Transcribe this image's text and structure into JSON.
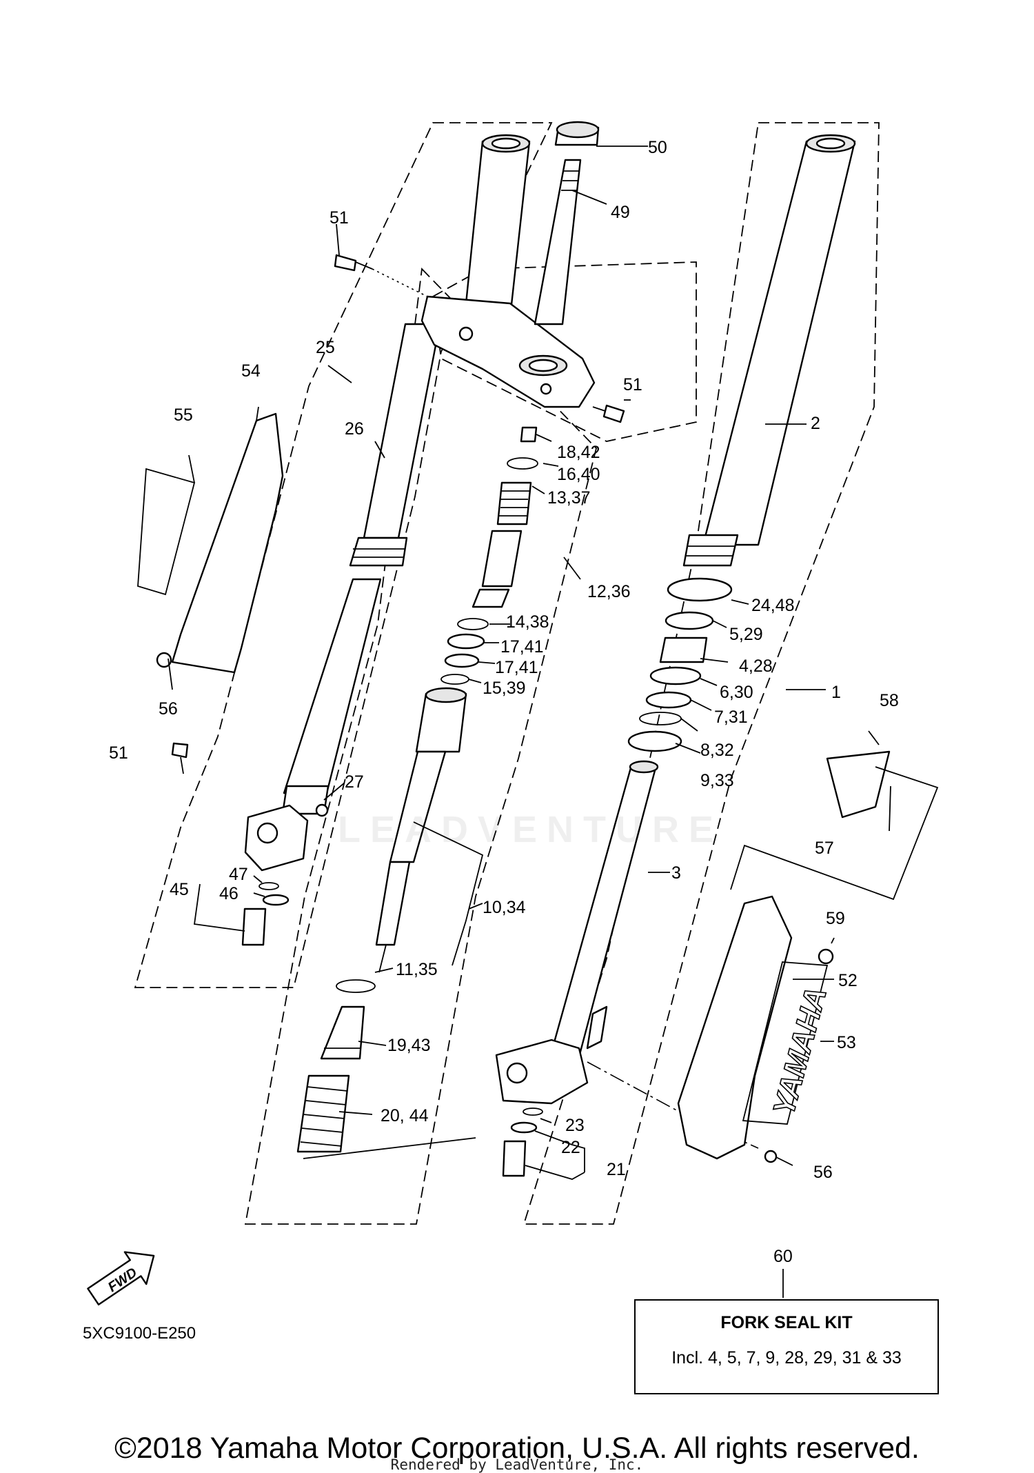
{
  "diagram": {
    "labels": [
      {
        "id": "50",
        "text": "50"
      },
      {
        "id": "49",
        "text": "49"
      },
      {
        "id": "51a",
        "text": "51"
      },
      {
        "id": "51b",
        "text": "51"
      },
      {
        "id": "51c",
        "text": "51"
      },
      {
        "id": "25",
        "text": "25"
      },
      {
        "id": "54",
        "text": "54"
      },
      {
        "id": "55",
        "text": "55"
      },
      {
        "id": "26",
        "text": "26"
      },
      {
        "id": "2",
        "text": "2"
      },
      {
        "id": "18_42",
        "text": "18,42"
      },
      {
        "id": "16_40",
        "text": "16,40"
      },
      {
        "id": "13_37",
        "text": "13,37"
      },
      {
        "id": "12_36",
        "text": "12,36"
      },
      {
        "id": "24_48",
        "text": "24,48"
      },
      {
        "id": "14_38",
        "text": "14,38"
      },
      {
        "id": "5_29",
        "text": "5,29"
      },
      {
        "id": "17_41a",
        "text": "17,41"
      },
      {
        "id": "4_28",
        "text": "4,28"
      },
      {
        "id": "17_41b",
        "text": "17,41"
      },
      {
        "id": "15_39",
        "text": "15,39"
      },
      {
        "id": "6_30",
        "text": "6,30"
      },
      {
        "id": "1",
        "text": "1"
      },
      {
        "id": "56a",
        "text": "56"
      },
      {
        "id": "7_31",
        "text": "7,31"
      },
      {
        "id": "58",
        "text": "58"
      },
      {
        "id": "8_32",
        "text": "8,32"
      },
      {
        "id": "27",
        "text": "27"
      },
      {
        "id": "9_33",
        "text": "9,33"
      },
      {
        "id": "57",
        "text": "57"
      },
      {
        "id": "3",
        "text": "3"
      },
      {
        "id": "47",
        "text": "47"
      },
      {
        "id": "45",
        "text": "45"
      },
      {
        "id": "46",
        "text": "46"
      },
      {
        "id": "10_34",
        "text": "10,34"
      },
      {
        "id": "59",
        "text": "59"
      },
      {
        "id": "11_35",
        "text": "11,35"
      },
      {
        "id": "52",
        "text": "52"
      },
      {
        "id": "19_43",
        "text": "19,43"
      },
      {
        "id": "53",
        "text": "53"
      },
      {
        "id": "20_44",
        "text": "20, 44"
      },
      {
        "id": "23",
        "text": "23"
      },
      {
        "id": "22",
        "text": "22"
      },
      {
        "id": "21",
        "text": "21"
      },
      {
        "id": "56b",
        "text": "56"
      },
      {
        "id": "60",
        "text": "60"
      }
    ],
    "fwd_label": "FWD",
    "brand_decal": "YAMAHA",
    "kit": {
      "title": "FORK SEAL KIT",
      "description": "Incl. 4, 5, 7, 9, 28, 29, 31 & 33"
    },
    "diagram_code": "5XC9100-E250",
    "copyright": "©2018 Yamaha Motor Corporation, U.S.A. All rights reserved.",
    "rendered_by": "Rendered by LeadVenture, Inc.",
    "watermark": "LEADVENTURE"
  }
}
